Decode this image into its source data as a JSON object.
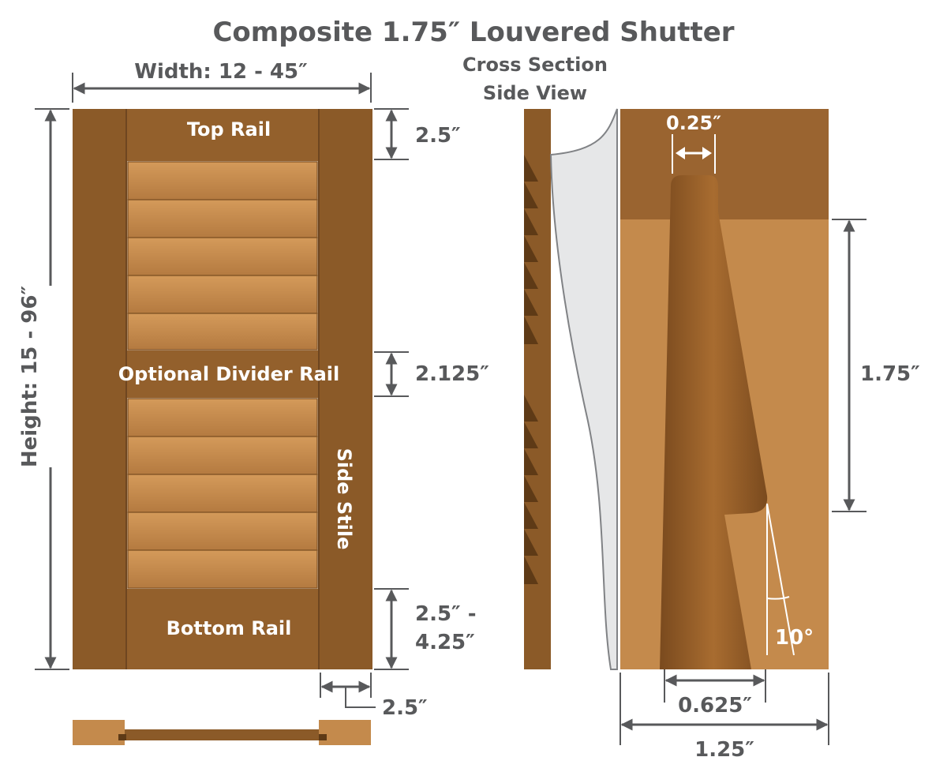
{
  "title": "Composite 1.75″ Louvered Shutter",
  "front": {
    "width_label": "Width: 12 - 45″",
    "height_label": "Height: 15 - 96″",
    "top_rail_label": "Top Rail",
    "top_rail_dim": "2.5″",
    "divider_rail_label": "Optional Divider Rail",
    "divider_rail_dim": "2.125″",
    "side_stile_label": "Side Stile",
    "bottom_rail_label": "Bottom Rail",
    "bottom_rail_dim_1": "2.5″ -",
    "bottom_rail_dim_2": "4.25″",
    "stile_width_dim": "2.5″"
  },
  "cross_section": {
    "heading_1": "Cross Section",
    "heading_2": "Side View",
    "louver_tip_dim": "0.25″",
    "louver_height_dim": "1.75″",
    "angle_label": "10°",
    "louver_base_dim": "0.625″",
    "frame_depth_dim": "1.25″"
  },
  "colors": {
    "frame": "#8b5a28",
    "louver": "#c48a4c",
    "dimension": "#58595b"
  }
}
